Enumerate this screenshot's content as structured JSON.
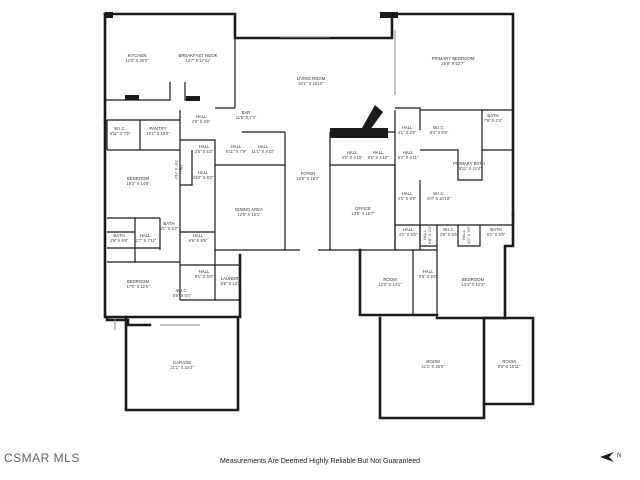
{
  "rooms": [
    {
      "name": "KITCHEN",
      "dims": "12'0\" X 20'2\""
    },
    {
      "name": "BREAKFAST NOOK",
      "dims": "13'7\" X 17'11\""
    },
    {
      "name": "LIVING ROOM",
      "dims": "32'1\" X 18'10\""
    },
    {
      "name": "PRIMARY BEDROOM",
      "dims": "25'9\" X 22'7\""
    },
    {
      "name": "HALL",
      "dims": "4'9\" X 6'5\""
    },
    {
      "name": "BAR",
      "dims": "11'8\" X 7'4\""
    },
    {
      "name": "W.I.C.",
      "dims": "6'11\" X 7'5\""
    },
    {
      "name": "PANTRY",
      "dims": "10'1\" X 10'0\""
    },
    {
      "name": "HALL",
      "dims": "3'5\" X 5'2\""
    },
    {
      "name": "HALL",
      "dims": "6'11\" X 7'9\""
    },
    {
      "name": "HALL",
      "dims": "11'1\" X 4'10\""
    },
    {
      "name": "HALL",
      "dims": "4'1\" X 2'8\""
    },
    {
      "name": "W.I.C.",
      "dims": "8'4\" X 6'5\""
    },
    {
      "name": "BATH",
      "dims": "7'8\" X 2'4\""
    },
    {
      "name": "BEDROOM",
      "dims": "18'3\" X 14'8\""
    },
    {
      "name": "HALL",
      "dims": "4'10\" X 9'2\""
    },
    {
      "name": "FOYER",
      "dims": "12'6\" X 18'4\""
    },
    {
      "name": "HALL",
      "dims": "4'5\" X 4'10\""
    },
    {
      "name": "HALL",
      "dims": "9'1\" X 4'10\""
    },
    {
      "name": "HALL",
      "dims": "6'2\" X 6'11\""
    },
    {
      "name": "PRIMARY BATH",
      "dims": "16'11\" X 21'4\""
    },
    {
      "name": "DINING AREA",
      "dims": "12'6\" X 15'1\""
    },
    {
      "name": "OFFICE",
      "dims": "13'5\" X 16'7\""
    },
    {
      "name": "HALL",
      "dims": "4'1\" X 9'9\""
    },
    {
      "name": "W.I.C.",
      "dims": "8'4\" X 10'10\""
    },
    {
      "name": "BATH",
      "dims": "5'1\" X 5'2\""
    },
    {
      "name": "BATH",
      "dims": "4'9\" X 5'8\""
    },
    {
      "name": "HALL",
      "dims": "11'7\" X 7'11\""
    },
    {
      "name": "HALL",
      "dims": "6'6\" X 8'9\""
    },
    {
      "name": "HALL",
      "dims": "4'1\" X 5'6\""
    },
    {
      "name": "W.I.C.",
      "dims": "4'9\" X 5'6\""
    },
    {
      "name": "BATH",
      "dims": "6'1\" X 5'9\""
    },
    {
      "name": "HALL",
      "dims": "9'1\" X 5'0\""
    },
    {
      "name": "BEDROOM",
      "dims": "17'0\" X 12'5\""
    },
    {
      "name": "LAUNDRY",
      "dims": "6'5\" X 13'3\""
    },
    {
      "name": "W.I.C.",
      "dims": "4'6\" X 5'4\""
    },
    {
      "name": "ROOM",
      "dims": "12'2\" X 14'1\""
    },
    {
      "name": "HALL",
      "dims": "3'8\" X 9'2\""
    },
    {
      "name": "BEDROOM",
      "dims": "14'4\" X 14'3\""
    },
    {
      "name": "GARAGE",
      "dims": "21'1\" X 24'4\""
    },
    {
      "name": "ROOM",
      "dims": "21'1\" X 25'0\""
    },
    {
      "name": "ROOM",
      "dims": "9'5\" X 16'11\""
    }
  ],
  "rotated_labels": [
    {
      "name": "HALL",
      "dims": "3'6\" X 2'11\""
    },
    {
      "name": "HALL",
      "dims": "6'8\" X 2'0\""
    },
    {
      "name": "HALL",
      "dims": "4'1\" X 5'6\""
    }
  ],
  "disclaimer": "Measurements Are Deemed Highly Reliable But Not Guaranteed",
  "logo": "CSMAR MLS",
  "compass_label": "N"
}
